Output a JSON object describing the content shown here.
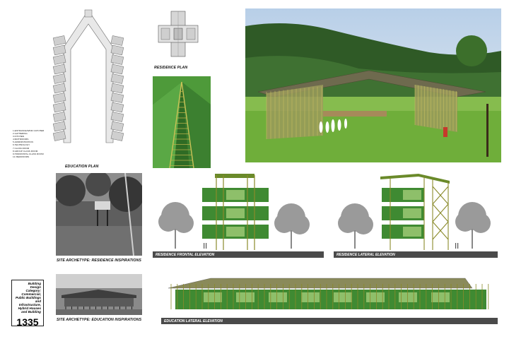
{
  "captions": {
    "education_plan": "EDUCATION PLAN",
    "residence_plan": "RESIDENCE PLAN",
    "site_residence": "SITE ARCHETYPE: RESIDENCE INSPIRATIONS",
    "site_education": "SITE ARCHETYPE: EDUCATION INSPIRATIONS",
    "residence_frontal": "RESIDENCE FRONTAL ELEVATION",
    "residence_lateral": "RESIDENCE LATERAL ELEVATION",
    "education_lateral": "EDUCATION LATERAL ELEVATION"
  },
  "legend": [
    "1.ENTRANCE/WIND CATCHER",
    "2.GATHERING",
    "3.KITCHEN",
    "4.BATHROOMS",
    "5.ADMINISTRATION",
    "6.TECHNOLOGY",
    "7.CLASS ROOM",
    "8.GROUP CLASS ROOM",
    "9.HORIZONTAL CLASS ROOM",
    "10. BEDROOMS"
  ],
  "category": {
    "lines": [
      "Building",
      "Design",
      "Category:",
      "Commercial,",
      "Public Buildings",
      "and",
      "Infrastructure,",
      "Hybrid Houses",
      "and Building"
    ],
    "number": "1335"
  },
  "colors": {
    "bamboo": "#8a8a2a",
    "green_panel": "#3f8a32",
    "elevation_bar": "#4a4a4a",
    "grass": "#6fae3a",
    "sky": "#c9dbee"
  }
}
